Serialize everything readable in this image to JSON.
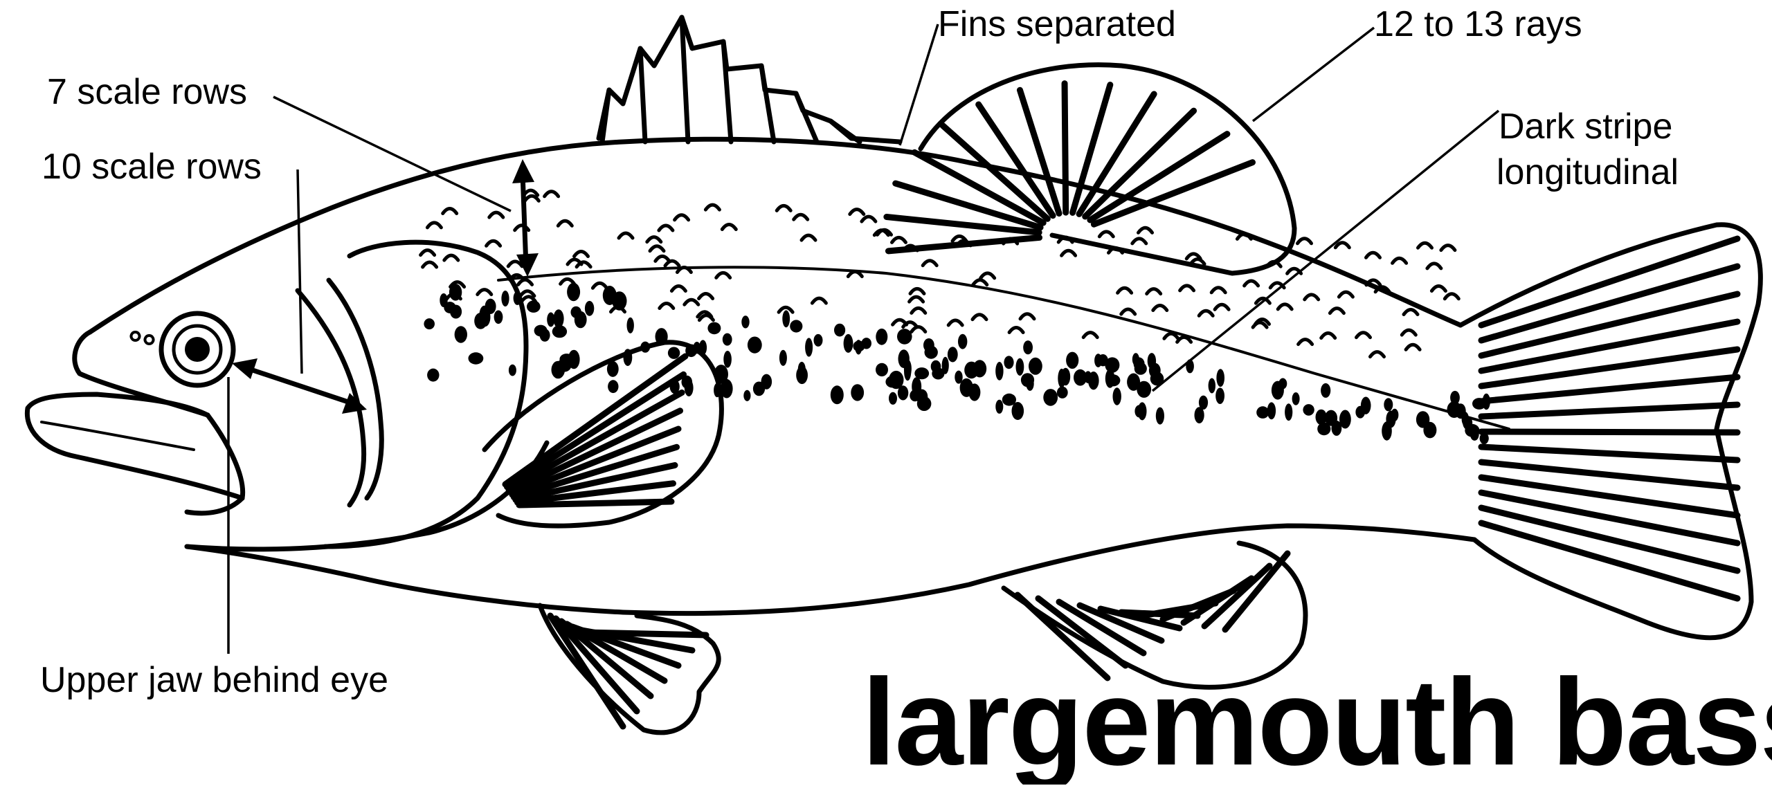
{
  "labels": {
    "fins_separated": "Fins separated",
    "rays": "12 to 13 rays",
    "seven_scale_rows": "7 scale rows",
    "ten_scale_rows": "10 scale rows",
    "dark_stripe_line1": "Dark stripe",
    "dark_stripe_line2": "longitudinal",
    "upper_jaw": "Upper jaw behind eye"
  },
  "title": "largemouth bass",
  "colors": {
    "ink": "#000000",
    "background": "#ffffff"
  }
}
